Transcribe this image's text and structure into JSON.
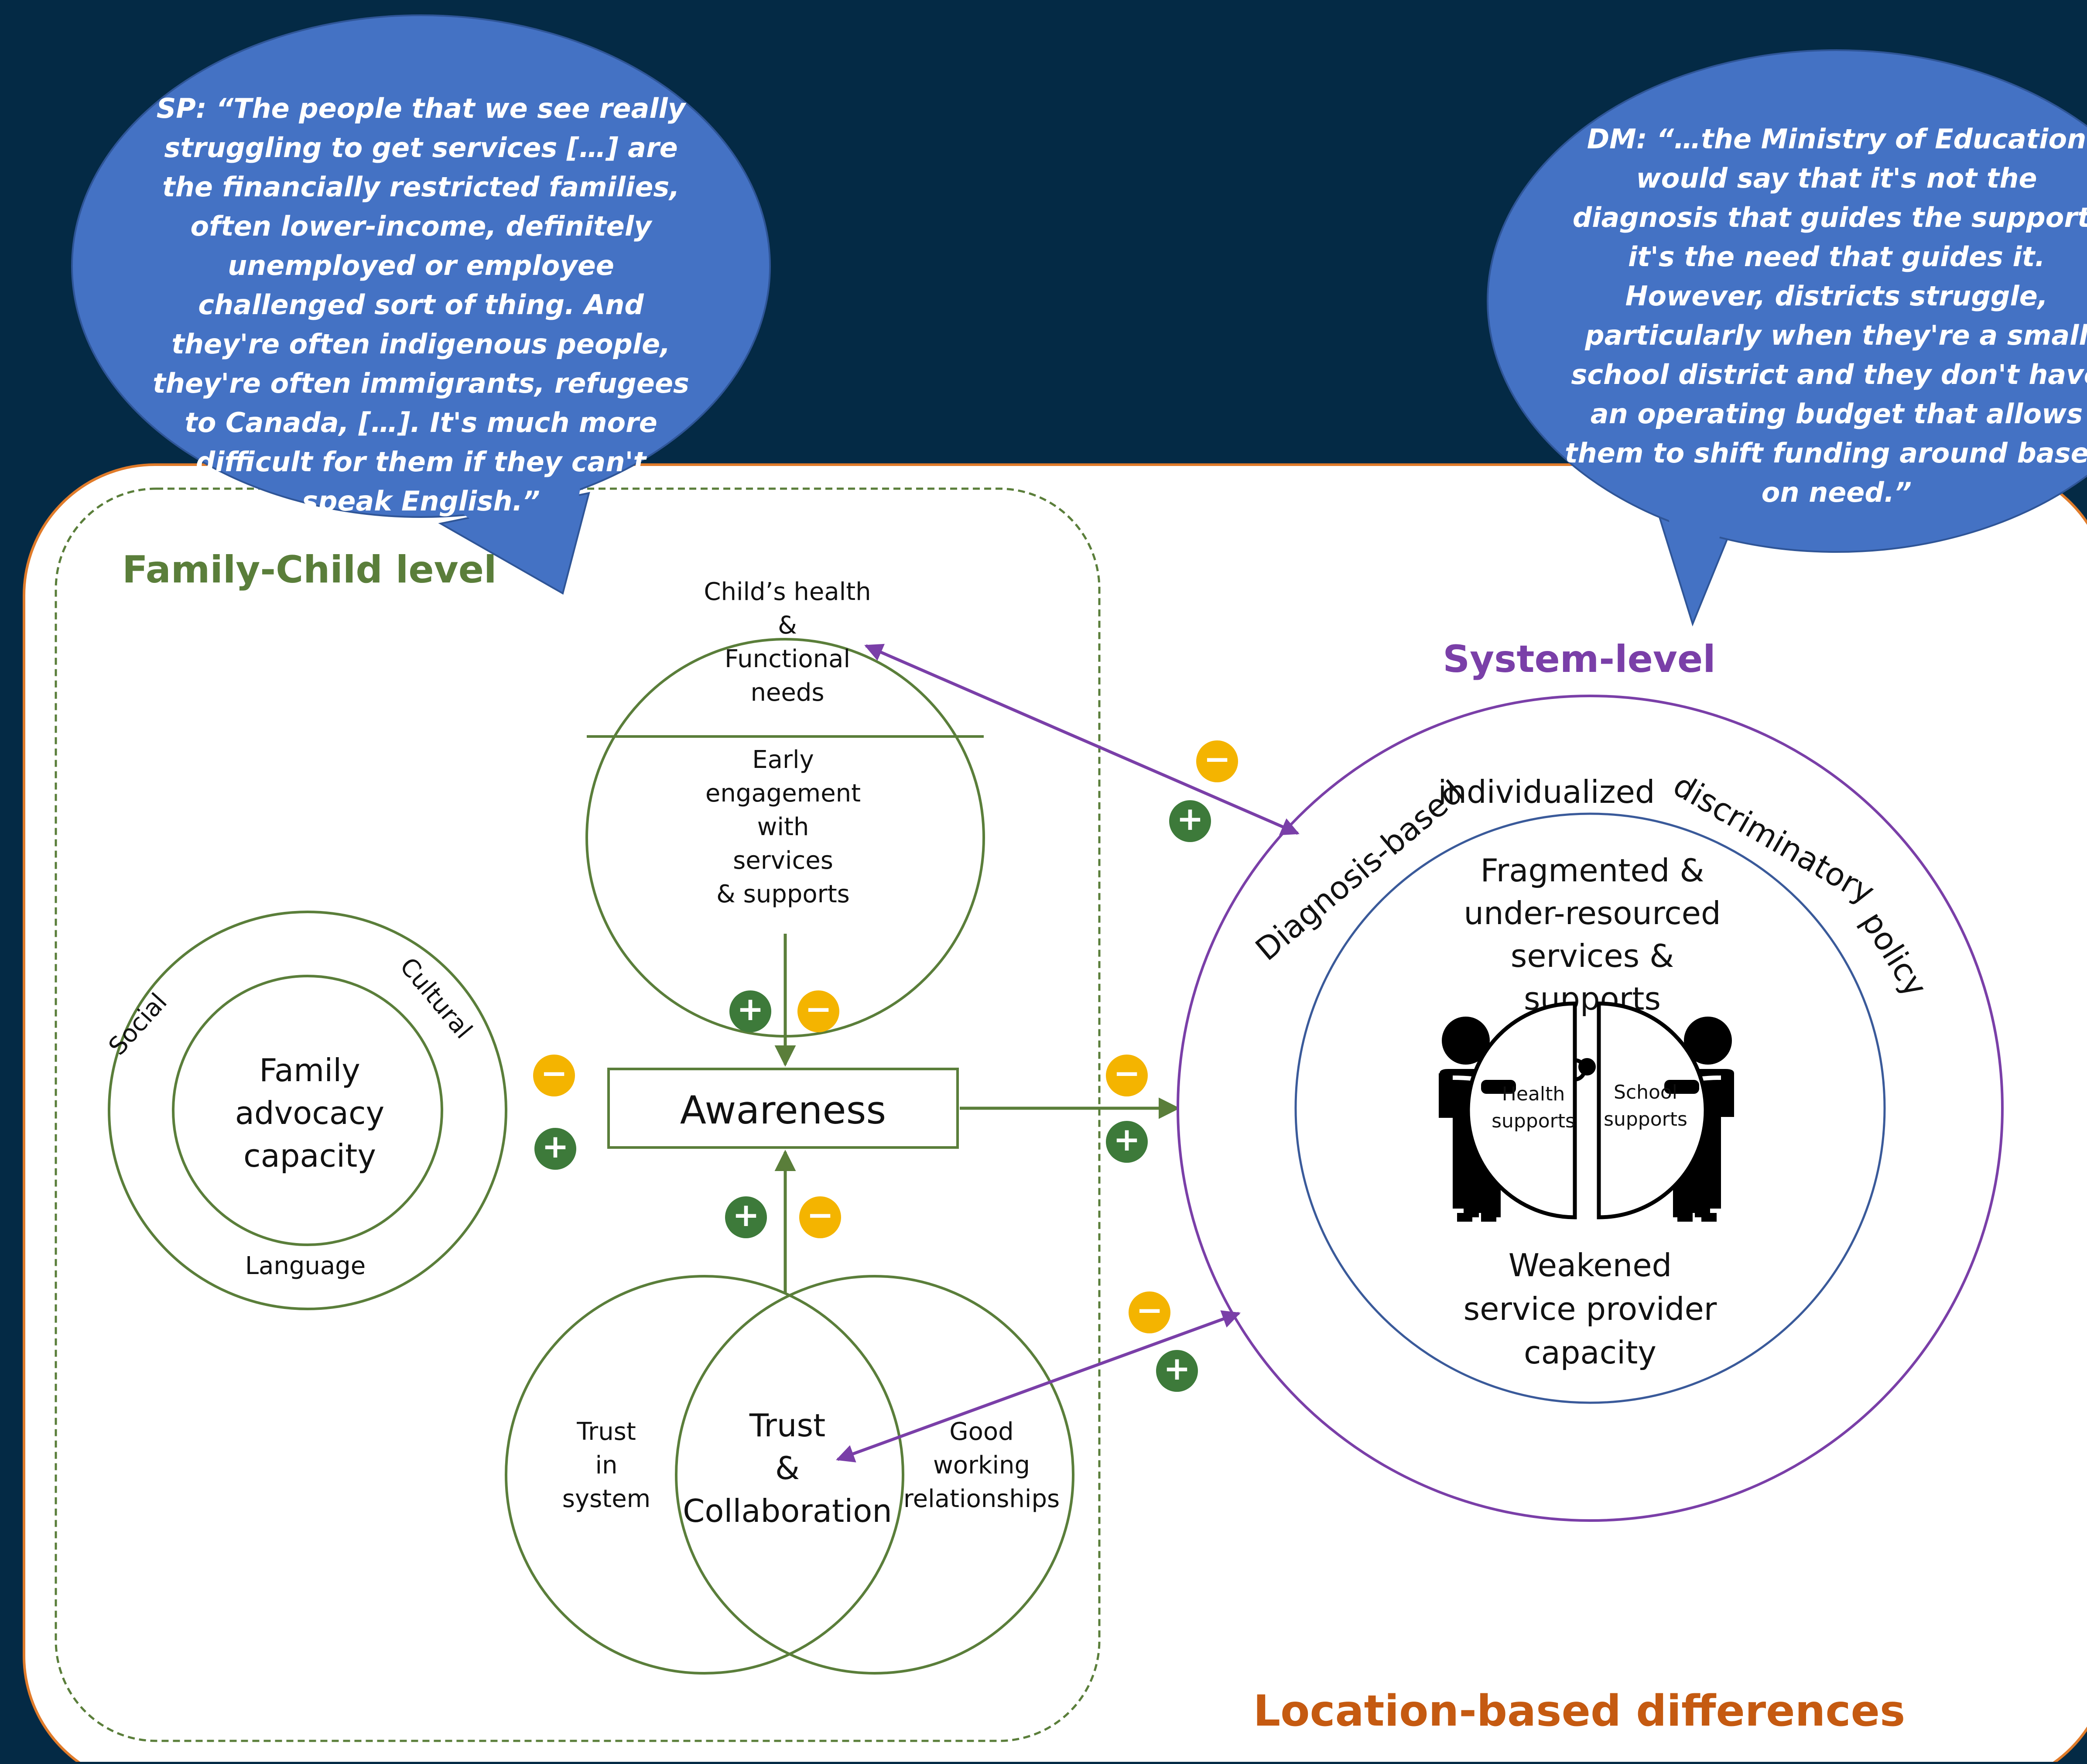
{
  "colors": {
    "background": "#042a45",
    "panel": "#ffffff",
    "location_border": "#e07b2a",
    "family_green": "#5a7e3a",
    "system_purple": "#7a3fa8",
    "inner_blue": "#3a5a9a",
    "bubble_blue": "#4472c4",
    "plus_green": "#3d7a3a",
    "minus_yellow": "#f4b400"
  },
  "quotes": {
    "sp": [
      "SP: “The people that we see really",
      "struggling to get services […] are",
      "the financially restricted families,",
      "often lower-income, definitely",
      "unemployed or employee",
      "challenged sort of thing. And",
      "they're often indigenous people,",
      "they're often immigrants, refugees",
      "to Canada, […]. It's much more",
      "difficult for them if they can't",
      "speak English.”"
    ],
    "dm": [
      "DM: “…the Ministry of Education",
      "would say that it's not the",
      "diagnosis that guides the support,",
      "it's the need that guides it.",
      "However, districts struggle,",
      "particularly when they're a small",
      "school district and they don't have",
      "an operating budget that allows",
      "them to shift funding around based",
      "on need.”"
    ]
  },
  "labels": {
    "family_child_level": "Family-Child level",
    "system_level": "System-level",
    "location_differences": "Location-based differences",
    "childs_health": [
      "Child’s health",
      "&",
      "Functional",
      "needs"
    ],
    "early_engagement": [
      "Early",
      "engagement",
      "with",
      "services",
      "& supports"
    ],
    "awareness": "Awareness",
    "family_advocacy": [
      "Family",
      "advocacy",
      "capacity"
    ],
    "social": "Social",
    "cultural": "Cultural",
    "language": "Language",
    "trust_in_system": [
      "Trust",
      "in",
      "system"
    ],
    "trust_collab": [
      "Trust",
      "&",
      "Collaboration"
    ],
    "good_working": [
      "Good",
      "working",
      "relationships"
    ],
    "diagnosis_based": "Diagnosis-based",
    "individualized": "individualized",
    "discriminatory": "discriminatory",
    "policy": "policy",
    "fragmented": [
      "Fragmented &",
      "under-resourced",
      "services &",
      "supports"
    ],
    "health_supports": [
      "Health",
      "supports"
    ],
    "school_supports": [
      "School",
      "supports"
    ],
    "weakened": [
      "Weakened",
      "service provider",
      "capacity"
    ],
    "plus_sign": "+",
    "minus_sign": "−"
  }
}
